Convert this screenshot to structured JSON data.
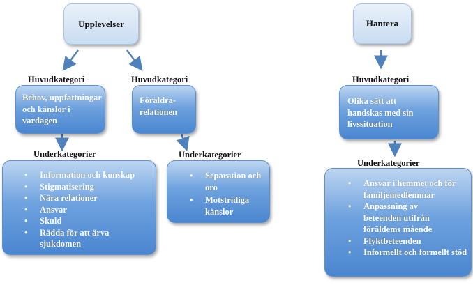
{
  "colors": {
    "arrow": "#4f81bd",
    "box_fill": "#5b93d6",
    "top_box_fill": "#d6e4f5"
  },
  "left": {
    "top_label": "Upplevelser",
    "main_label_1": "Huvudkategori",
    "main_category_1": "Behov, uppfattningar och känslor i vardagen",
    "main_label_2": "Huvudkategori",
    "main_category_2": "Föräldra-relationen",
    "sub_label_1": "Underkategorier",
    "sub_items_1": [
      "Information och kunskap",
      "Stigmatisering",
      "Nära relationer",
      "Ansvar",
      "Skuld",
      "Rädda för att ärva sjukdomen"
    ],
    "sub_label_2": "Underkategorier",
    "sub_items_2": [
      "Separation och oro",
      "Motstridiga känslor"
    ]
  },
  "right": {
    "top_label": "Hantera",
    "main_label": "Huvudkategori",
    "main_category": "Olika sätt att handskas med sin livssituation",
    "sub_label": "Underkategorier",
    "sub_items": [
      "Ansvar i hemmet och för familjemedlemmar",
      "Anpassning av beteenden utifrån föräldems mående",
      "Flyktbeteenden",
      "Informellt och formellt stöd"
    ]
  }
}
